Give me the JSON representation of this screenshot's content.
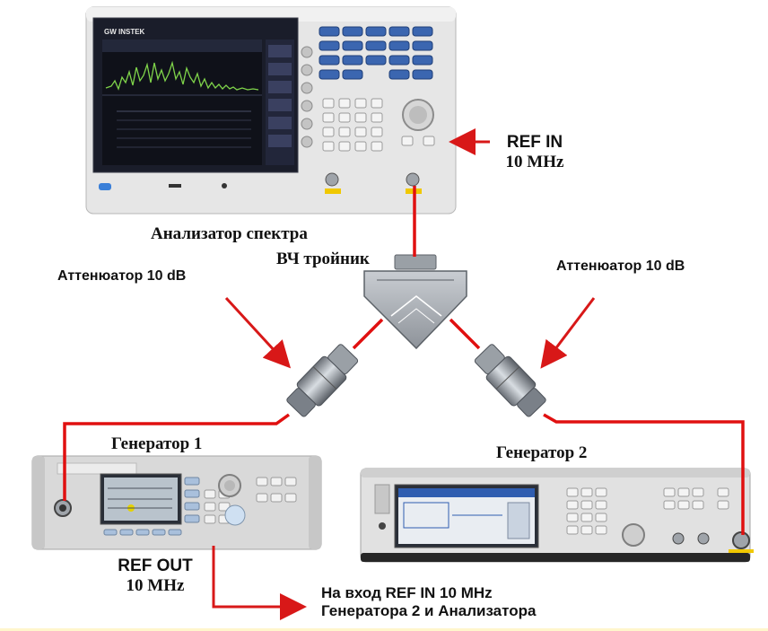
{
  "labels": {
    "spectrum_analyzer": "Анализатор спектра",
    "rf_tee": "ВЧ тройник",
    "attenuator_left": "Аттенюатор 10 dB",
    "attenuator_right": "Аттенюатор 10 dB",
    "ref_in_line1": "REF IN",
    "ref_in_line2": "10 MHz",
    "generator1": "Генератор 1",
    "generator2": "Генератор 2",
    "ref_out_line1": "REF OUT",
    "ref_out_line2": "10 MHz",
    "dest_line1": "На вход REF IN 10 MHz",
    "dest_line2": "Генератора 2 и Анализатора"
  },
  "device_text": {
    "analyzer_brand": "GW INSTEK"
  },
  "colors": {
    "cable": "#e01010",
    "arrow": "#d81818",
    "panel_dark": "#1a1d2a",
    "screen_green": "#7fd44a",
    "chassis": "#dcdcdc",
    "bottom_strip": "#fff6cc"
  }
}
